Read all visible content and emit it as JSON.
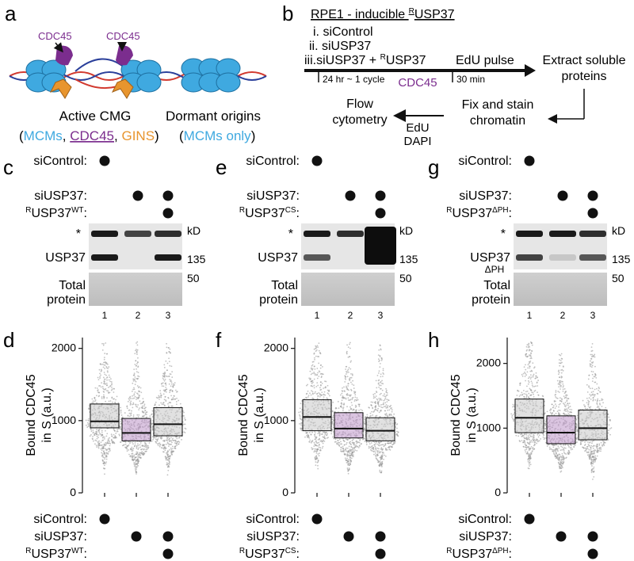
{
  "panel_letters": {
    "a": "a",
    "b": "b",
    "c": "c",
    "d": "d",
    "e": "e",
    "f": "f",
    "g": "g",
    "h": "h"
  },
  "panel_a": {
    "cdc45_left": "CDC45",
    "cdc45_right": "CDC45",
    "active_label": "Active CMG",
    "dormant_label": "Dormant origins",
    "legend_open": "(",
    "legend_mcms": "MCMs",
    "legend_comma1": ",",
    "legend_cdc45": "CDC45",
    "legend_comma2": ",",
    "legend_gins": "GINS",
    "legend_close": ")",
    "dormant_open": "(",
    "dormant_mcms": "MCMs only",
    "dormant_close": ")",
    "colors": {
      "mcm": "#3fa9e0",
      "cdc45": "#7b2d8e",
      "gins": "#e8952e",
      "dna_red": "#d23a2f",
      "dna_blue": "#2a3f9a"
    }
  },
  "panel_b": {
    "title_pre": "RPE1 - inducible ",
    "title_sup": "R",
    "title_post": "USP37",
    "step1": "i. siControl",
    "step2": "ii. siUSP37",
    "step3_pre": "iii.siUSP37 + ",
    "step3_sup": "R",
    "step3_post": "USP37",
    "edu_pulse": "EdU pulse",
    "time1": "24 hr ~ 1 cycle",
    "time2": "30 min",
    "extract1": "Extract soluble",
    "extract2": "proteins",
    "fix1": "Fix and stain",
    "fix2": "chromatin",
    "flow1": "Flow",
    "flow2": "cytometry",
    "cdc45": "CDC45",
    "edu": "EdU",
    "dapi": "DAPI"
  },
  "blots": [
    {
      "letter": "c",
      "row1": "siControl:",
      "row2": "siUSP37:",
      "row3_sup": "R",
      "row3_main": "USP37",
      "row3_tag": "WT",
      "row3_end": ":",
      "band": "USP37",
      "band_sub": "",
      "kd": "kD",
      "mw135": "135",
      "mw50": "50",
      "star": "*",
      "total1": "Total",
      "total2": "protein",
      "lanes": [
        "1",
        "2",
        "3"
      ]
    },
    {
      "letter": "e",
      "row1": "siControl:",
      "row2": "siUSP37:",
      "row3_sup": "R",
      "row3_main": "USP37",
      "row3_tag": "CS",
      "row3_end": ":",
      "band": "USP37",
      "band_sub": "",
      "kd": "kD",
      "mw135": "135",
      "mw50": "50",
      "star": "*",
      "total1": "Total",
      "total2": "protein",
      "lanes": [
        "1",
        "2",
        "3"
      ]
    },
    {
      "letter": "g",
      "row1": "siControl:",
      "row2": "siUSP37:",
      "row3_sup": "R",
      "row3_main": "USP37",
      "row3_tag": "ΔPH",
      "row3_end": ":",
      "band": "USP37",
      "band_sub": "ΔPH",
      "kd": "kD",
      "mw135": "135",
      "mw50": "50",
      "star": "*",
      "total1": "Total",
      "total2": "protein",
      "lanes": [
        "1",
        "2",
        "3"
      ]
    }
  ],
  "chart_data": [
    {
      "panel": "d",
      "type": "box",
      "ylabel": "Bound CDC45 in S (a.u.)",
      "ylabel1": "Bound CDC45",
      "ylabel2": "in S (a.u.)",
      "yticks": [
        0,
        1000,
        2000
      ],
      "ytick_labels": [
        "0",
        "1000",
        "2000"
      ],
      "ylim": [
        0,
        2150
      ],
      "groups": [
        {
          "q1": 900,
          "median": 990,
          "q3": 1230,
          "color": "gray"
        },
        {
          "q1": 720,
          "median": 830,
          "q3": 1030,
          "color": "purple"
        },
        {
          "q1": 790,
          "median": 950,
          "q3": 1180,
          "color": "gray"
        }
      ],
      "row1": "siControl:",
      "row2": "siUSP37:",
      "row3_sup": "R",
      "row3_main": "USP37",
      "row3_tag": "WT",
      "row3_end": ":"
    },
    {
      "panel": "f",
      "type": "box",
      "ylabel": "Bound CDC45 in S (a.u.)",
      "ylabel1": "Bound CDC45",
      "ylabel2": "in S (a.u.)",
      "yticks": [
        0,
        1000,
        2000
      ],
      "ytick_labels": [
        "0",
        "1000",
        "2000"
      ],
      "ylim": [
        0,
        2150
      ],
      "groups": [
        {
          "q1": 860,
          "median": 1050,
          "q3": 1290,
          "color": "gray"
        },
        {
          "q1": 760,
          "median": 890,
          "q3": 1110,
          "color": "purple"
        },
        {
          "q1": 720,
          "median": 860,
          "q3": 1040,
          "color": "gray"
        }
      ],
      "row1": "siControl:",
      "row2": "siUSP37:",
      "row3_sup": "R",
      "row3_main": "USP37",
      "row3_tag": "CS",
      "row3_end": ":"
    },
    {
      "panel": "h",
      "type": "box",
      "ylabel": "Bound CDC45 in S (a.u.)",
      "ylabel1": "Bound CDC45",
      "ylabel2": "in S (a.u.)",
      "yticks": [
        0,
        1000,
        2000
      ],
      "ytick_labels": [
        "0",
        "1000",
        "2000"
      ],
      "ylim": [
        0,
        2400
      ],
      "groups": [
        {
          "q1": 930,
          "median": 1160,
          "q3": 1450,
          "color": "gray"
        },
        {
          "q1": 760,
          "median": 930,
          "q3": 1190,
          "color": "purple"
        },
        {
          "q1": 820,
          "median": 1000,
          "q3": 1280,
          "color": "gray"
        }
      ],
      "row1": "siControl:",
      "row2": "siUSP37:",
      "row3_sup": "R",
      "row3_main": "USP37",
      "row3_tag": "ΔPH",
      "row3_end": ":"
    }
  ]
}
